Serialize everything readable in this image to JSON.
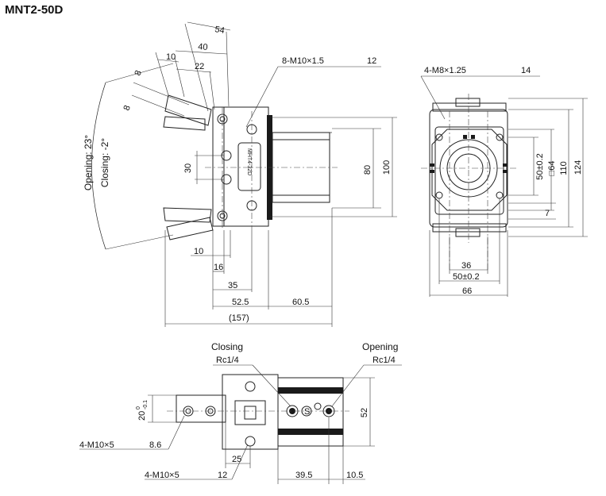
{
  "title": "MNT2-50D",
  "side_view": {
    "dims": {
      "d54": "54",
      "d40": "40",
      "d10": "10",
      "d22": "22",
      "d8a": "8",
      "d8b": "8",
      "thread_label": "8-M10×1.5",
      "thread_depth": "12",
      "d30": "30",
      "d80": "80",
      "d100": "100",
      "b10": "10",
      "b16": "16",
      "b35": "35",
      "b52_5": "52.5",
      "b60_5": "60.5",
      "total": "(157)"
    },
    "opening": "Opening: 23°",
    "closing": "Closing: -2°",
    "body_text": "MHT4-32D"
  },
  "front_view": {
    "dims": {
      "thread_label": "4-M8×1.25",
      "thread_depth": "14",
      "d50": "50±0.2",
      "d64": "□64",
      "d110": "110",
      "d124": "124",
      "d7": "7",
      "d36": "36",
      "d50b": "50±0.2",
      "d66": "66"
    }
  },
  "top_view": {
    "closing_label": "Closing",
    "closing_port": "Rc1/4",
    "opening_label": "Opening",
    "opening_port": "Rc1/4",
    "d20_main": "20",
    "d20_tol_upper": "0",
    "d20_tol_lower": "-0.1",
    "d52": "52",
    "thread1": "4-M10×5",
    "thread1_depth": "8.6",
    "thread2": "4-M10×5",
    "thread2_depth": "12",
    "d25": "25",
    "d39_5": "39.5",
    "d10_5": "10.5",
    "port_mark": "S"
  }
}
